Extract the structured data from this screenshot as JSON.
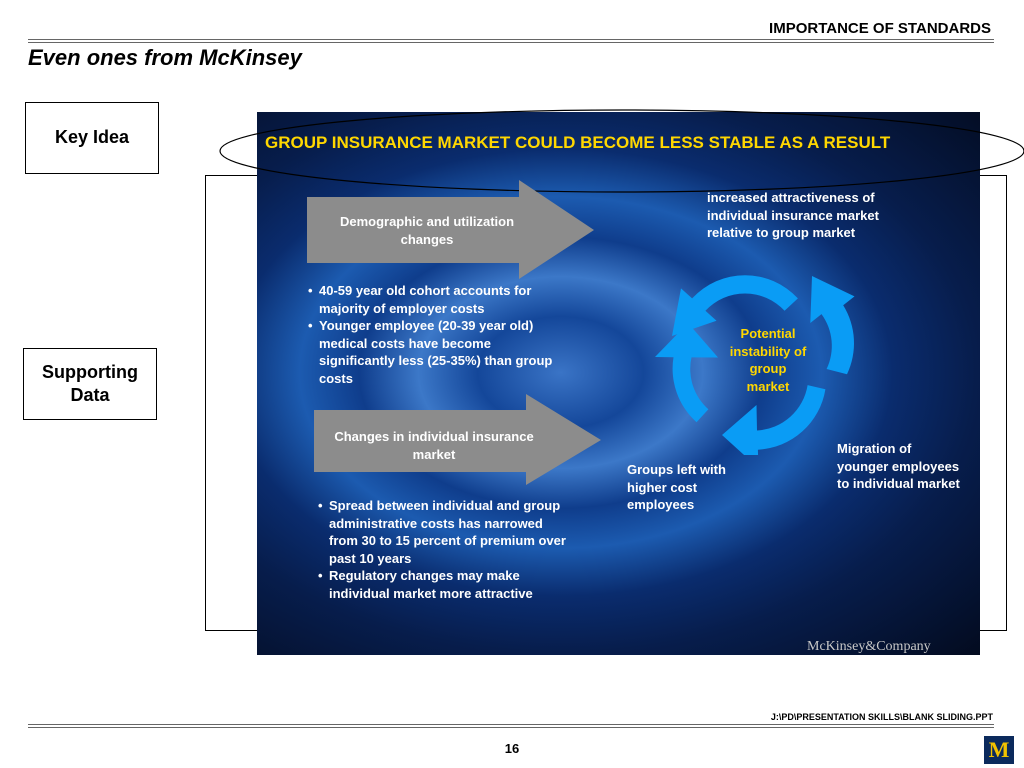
{
  "header": {
    "title": "IMPORTANCE OF STANDARDS"
  },
  "slide": {
    "subtitle": "Even ones from McKinsey"
  },
  "labels": {
    "key_idea": "Key Idea",
    "supporting_data_line1": "Supporting",
    "supporting_data_line2": "Data"
  },
  "panel": {
    "title": "GROUP INSURANCE MARKET COULD BECOME LESS STABLE AS A RESULT",
    "arrow1_label": "Demographic and utilization changes",
    "bullets1": [
      "40-59 year old cohort accounts for majority of employer costs",
      "Younger employee (20-39 year old) medical costs have become significantly less (25-35%) than group costs"
    ],
    "arrow2_label": "Changes in individual insurance market",
    "bullets2": [
      "Spread between individual and group administrative costs has narrowed from 30 to 15 percent of premium over past 10 years",
      "Regulatory changes may make individual market more attractive"
    ],
    "cycle": {
      "top_text": "increased attractiveness of individual insurance market relative to group market",
      "center_text": "Potential instability of group market",
      "right_text": "Migration of younger employees to individual market",
      "left_text": "Groups left with higher cost employees"
    },
    "logo_text": "McKinsey&Company"
  },
  "footer": {
    "path": "J:\\PD\\PRESENTATION SKILLS\\BLANK SLIDING.PPT",
    "page_number": "16",
    "logo_letter": "M"
  },
  "colors": {
    "title_yellow": "#ffd700",
    "cycle_blue": "#0a9cf5",
    "arrow_gray": "#8c8c8c",
    "panel_dark": "#030b1f"
  }
}
